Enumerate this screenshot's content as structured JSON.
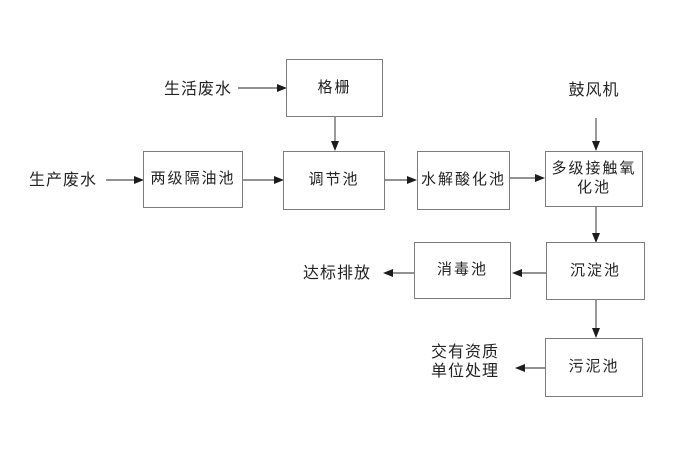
{
  "diagram": {
    "description": "wastewater treatment process flow diagram",
    "colors": {
      "background": "#ffffff",
      "box_border": "#7c7c7c",
      "connector_line": "#6e6e6e",
      "arrowhead": "#1c1c1c",
      "text": "#242424"
    },
    "nodes": [
      {
        "id": "grid-screen",
        "label": "格栅"
      },
      {
        "id": "two-stage-oil-separator",
        "label": "两级隔油池"
      },
      {
        "id": "regulating-tank",
        "label": "调节池"
      },
      {
        "id": "hydrolysis-acidification-tank",
        "label": "水解酸化池"
      },
      {
        "id": "multistage-contact-oxidation-tank",
        "label": "多级接触氧\n化池"
      },
      {
        "id": "sedimentation-tank",
        "label": "沉淀池"
      },
      {
        "id": "disinfection-tank",
        "label": "消毒池"
      },
      {
        "id": "sludge-tank",
        "label": "污泥池"
      }
    ],
    "labels": [
      {
        "id": "domestic-wastewater",
        "text": "生活废水"
      },
      {
        "id": "production-wastewater",
        "text": "生产废水"
      },
      {
        "id": "blower",
        "text": "鼓风机"
      },
      {
        "id": "discharge-up-to-standard",
        "text": "达标排放"
      },
      {
        "id": "qualified-unit-disposal",
        "text": "交有资质\n单位处理"
      }
    ],
    "flows": [
      "生活废水 → 格栅",
      "格栅 → 调节池",
      "生产废水 → 两级隔油池",
      "两级隔油池 → 调节池",
      "调节池 → 水解酸化池",
      "水解酸化池 → 多级接触氧化池",
      "鼓风机 → 多级接触氧化池",
      "多级接触氧化池 → 沉淀池",
      "沉淀池 → 消毒池",
      "消毒池 → 达标排放",
      "沉淀池 → 污泥池",
      "污泥池 → 交有资质单位处理"
    ]
  }
}
